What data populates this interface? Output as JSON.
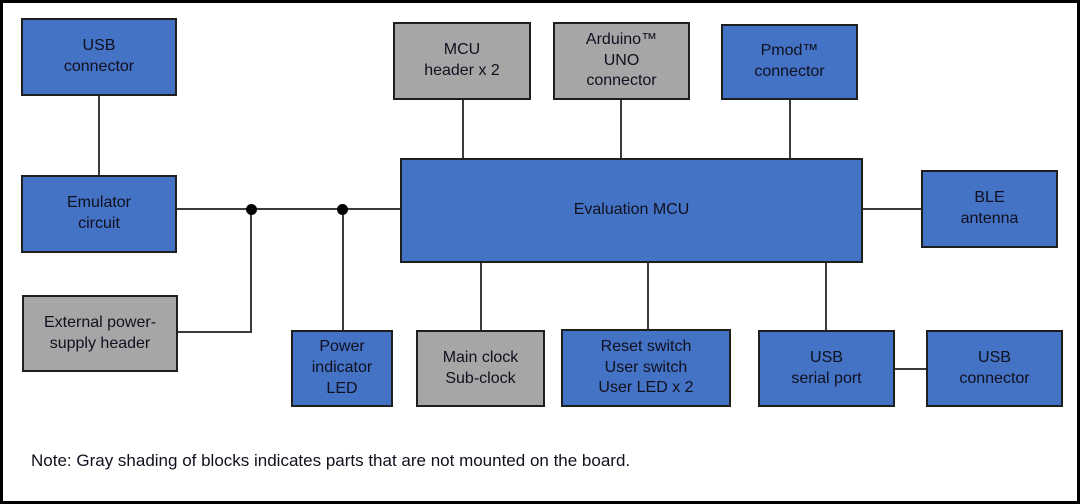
{
  "diagram": {
    "type": "block-diagram",
    "note": "Note: Gray shading of blocks indicates parts that are not mounted on the board.",
    "colors": {
      "mounted_block": "#4472c4",
      "not_mounted_block": "#a6a6a6",
      "block_border": "#1f1f1f",
      "wire": "#3a3a3a",
      "junction_dot": "#000000",
      "background": "#ffffff",
      "frame_border": "#000000",
      "text": "#10101e"
    },
    "legend_meaning": {
      "blue": "mounted on board",
      "gray": "not mounted on board"
    },
    "blocks": {
      "usb_connector_top": {
        "label": "USB\nconnector",
        "mounted": true
      },
      "mcu_header": {
        "label": "MCU\nheader x 2",
        "mounted": false
      },
      "arduino_uno_connector": {
        "label": "Arduino™\nUNO\nconnector",
        "mounted": false
      },
      "pmod_connector": {
        "label": "Pmod™\nconnector",
        "mounted": true
      },
      "emulator_circuit": {
        "label": "Emulator\ncircuit",
        "mounted": true
      },
      "evaluation_mcu": {
        "label": "Evaluation MCU",
        "mounted": true
      },
      "ble_antenna": {
        "label": "BLE\nantenna",
        "mounted": true
      },
      "external_power_supply_header": {
        "label": "External power-\nsupply header",
        "mounted": false
      },
      "power_indicator_led": {
        "label": "Power\nindicator\nLED",
        "mounted": true
      },
      "main_clock_sub_clock": {
        "label": "Main clock\nSub-clock",
        "mounted": false
      },
      "reset_user_switch_led": {
        "label": "Reset switch\nUser switch\nUser LED x 2",
        "mounted": true
      },
      "usb_serial_port": {
        "label": "USB\nserial port",
        "mounted": true
      },
      "usb_connector_bottom": {
        "label": "USB\nconnector",
        "mounted": true
      }
    },
    "connections": [
      "usb_connector_top - emulator_circuit",
      "emulator_circuit - evaluation_mcu",
      "junction1 - external_power_supply_header",
      "junction2 - power_indicator_led",
      "mcu_header - evaluation_mcu",
      "arduino_uno_connector - evaluation_mcu",
      "pmod_connector - evaluation_mcu",
      "evaluation_mcu - ble_antenna",
      "evaluation_mcu - main_clock_sub_clock",
      "evaluation_mcu - reset_user_switch_led",
      "evaluation_mcu - usb_serial_port",
      "usb_serial_port - usb_connector_bottom"
    ]
  }
}
